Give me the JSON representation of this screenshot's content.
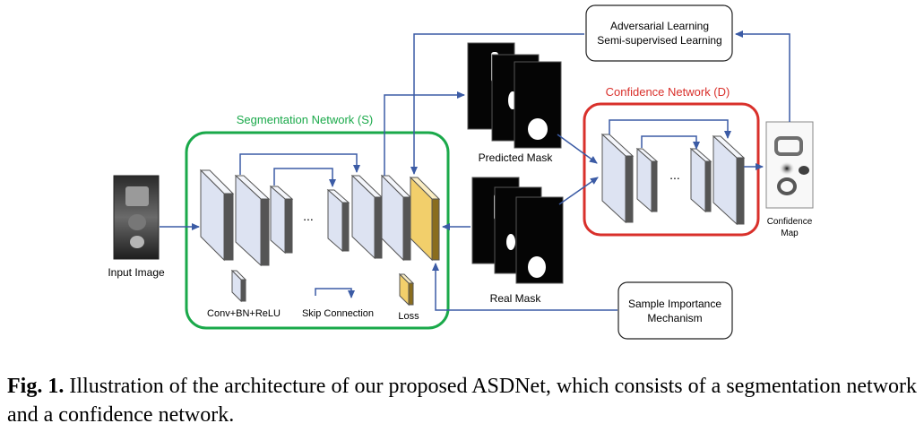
{
  "nodes": {
    "input_image": "Input Image",
    "segmentation_network": "Segmentation Network (S)",
    "confidence_network": "Confidence Network (D)",
    "predicted_mask": "Predicted Mask",
    "real_mask": "Real Mask",
    "confidence_map_line1": "Confidence",
    "confidence_map_line2": "Map",
    "adversarial_line1": "Adversarial Learning",
    "adversarial_line2": "Semi-supervised Learning",
    "sample_line1": "Sample Importance",
    "sample_line2": "Mechanism"
  },
  "legend": {
    "conv": "Conv+BN+ReLU",
    "skip": "Skip Connection",
    "loss": "Loss"
  },
  "ellipsis": "...",
  "caption": {
    "label": "Fig. 1.",
    "text": "Illustration of the architecture of our proposed ASDNet, which consists of a segmentation network and a confidence network."
  },
  "colors": {
    "segmentation": "#1aa94a",
    "confidence": "#d9302b",
    "arrow": "#3b5ba5",
    "layer_face": "#dde3f2",
    "loss_face": "#f2cf6b"
  }
}
